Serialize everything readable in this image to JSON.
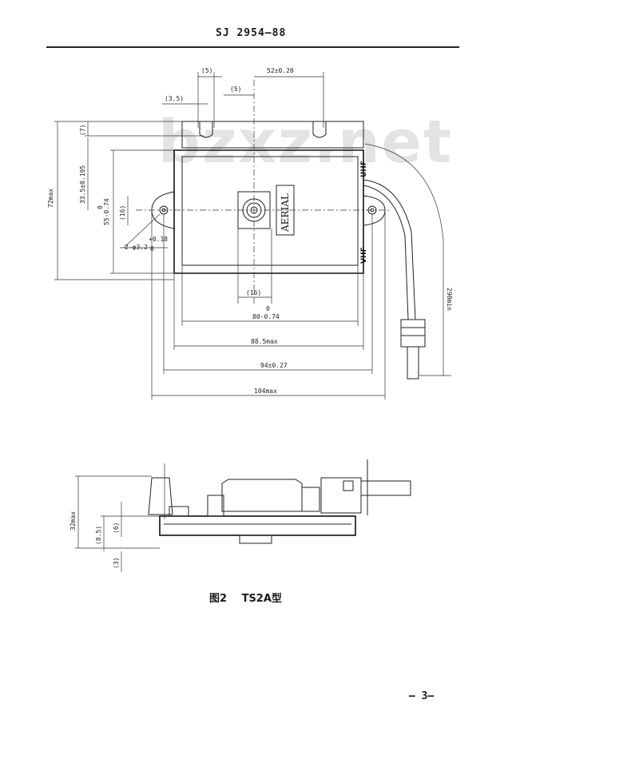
{
  "header": {
    "code": "SJ 2954—88"
  },
  "watermark": {
    "text": "bzxz.net"
  },
  "dimensions": {
    "d5a": "(5)",
    "d52": "52±0.20",
    "d5b": "(5)",
    "d3_5": "(3.5)",
    "d7": "(7)",
    "d72": "72max",
    "d33_5": "33.5±0.195",
    "d55": "55-0.74",
    "d55_top": "0",
    "d16v": "(16)",
    "d_hole": "2-φ3.2",
    "d_hole_tol": "+0.18",
    "d_hole_tol0": "0",
    "d16h": "(16)",
    "d80": "80-0.74",
    "d80_top": "0",
    "d88_5": "88.5max",
    "d94": "94±0.27",
    "d104": "104max",
    "d290": "290min",
    "d32": "32max",
    "d8_5": "(8.5)",
    "d6": "(6)",
    "d3": "(3)"
  },
  "labels": {
    "aerial": "AERIAL",
    "uhf": "UHF",
    "vhf": "VHF"
  },
  "caption": {
    "figure": "图2",
    "title": "TS2A型"
  },
  "page": {
    "number": "— 3—"
  }
}
